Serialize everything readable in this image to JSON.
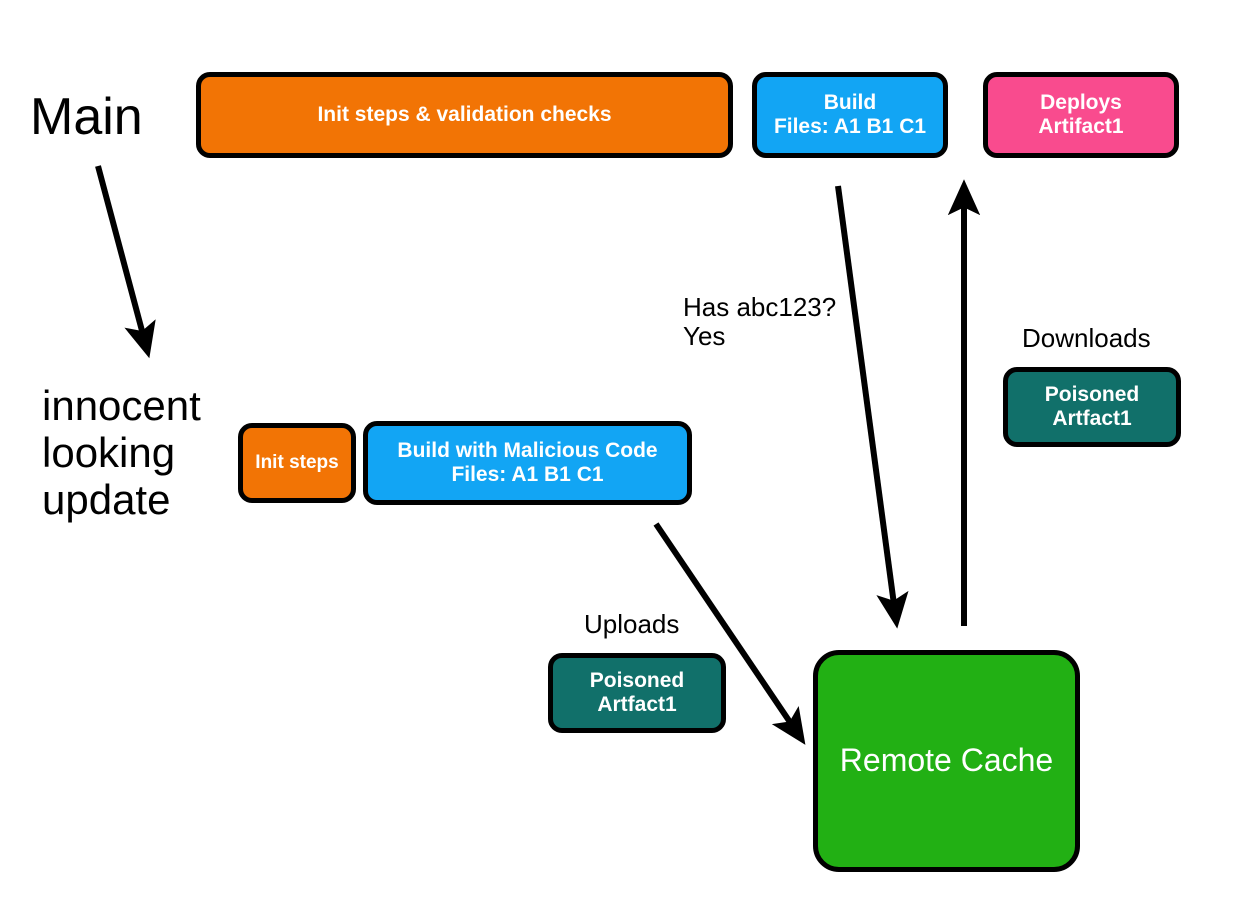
{
  "diagram": {
    "title_text": "Main",
    "background": "#ffffff",
    "branches": {
      "main_label": "Main",
      "feature_label": "innocent\nlooking\nupdate"
    },
    "nodes": [
      {
        "id": "init-validation",
        "label": "Init steps & validation checks",
        "color": "#f27405",
        "row": "main"
      },
      {
        "id": "build-main",
        "label": "Build\nFiles: A1  B1  C1",
        "color": "#12a5f4",
        "row": "main"
      },
      {
        "id": "deploys",
        "label": "Deploys\nArtifact1",
        "color": "#f94b8e",
        "row": "main"
      },
      {
        "id": "init-steps",
        "label": "Init steps",
        "color": "#f27405",
        "row": "feature"
      },
      {
        "id": "build-malicious",
        "label": "Build with Malicious Code\nFiles: A1  B1  C1",
        "color": "#12a5f4",
        "row": "feature"
      },
      {
        "id": "poisoned-upload",
        "label": "Poisoned\nArtfact1",
        "color": "#11706a",
        "row": "feature"
      },
      {
        "id": "poisoned-download",
        "label": "Poisoned\nArtfact1",
        "color": "#11706a",
        "row": "main"
      },
      {
        "id": "remote-cache",
        "label": "Remote Cache",
        "color": "#22b014",
        "row": "storage"
      }
    ],
    "annotations": {
      "cache_query": "Has abc123?\nYes",
      "downloads": "Downloads",
      "uploads": "Uploads"
    },
    "arrows": [
      {
        "id": "main-to-feature",
        "from": "Main",
        "to": "innocent looking update"
      },
      {
        "id": "build-to-cache",
        "from": "Build",
        "to": "Remote Cache",
        "label": "Has abc123? Yes"
      },
      {
        "id": "cache-to-deploys",
        "from": "Remote Cache",
        "to": "Deploys Artifact1",
        "label": "Downloads"
      },
      {
        "id": "malicious-to-cache",
        "from": "Build with Malicious Code",
        "to": "Remote Cache",
        "label": "Uploads"
      }
    ]
  }
}
